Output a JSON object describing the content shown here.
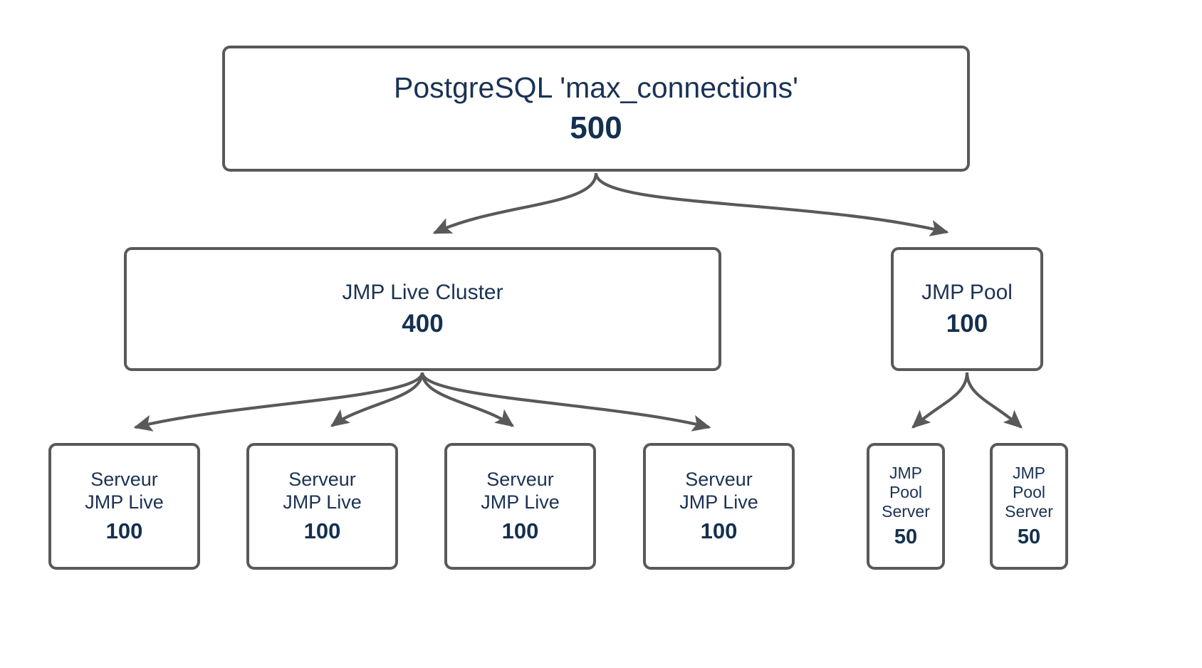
{
  "diagram": {
    "type": "hierarchy-tree",
    "colors": {
      "node_border": "#595959",
      "node_background": "#ffffff",
      "title_text": "#1b3254",
      "value_text": "#14304f",
      "edge": "#595959",
      "canvas_background": "#ffffff"
    },
    "root": {
      "title": "PostgreSQL 'max_connections'",
      "value": "500"
    },
    "level2": [
      {
        "title": "JMP Live Cluster",
        "value": "400"
      },
      {
        "title": "JMP Pool",
        "value": "100"
      }
    ],
    "live_servers": [
      {
        "title": "Serveur\nJMP Live",
        "value": "100"
      },
      {
        "title": "Serveur\nJMP Live",
        "value": "100"
      },
      {
        "title": "Serveur\nJMP Live",
        "value": "100"
      },
      {
        "title": "Serveur\nJMP Live",
        "value": "100"
      }
    ],
    "pool_servers": [
      {
        "title": "JMP\nPool\nServer",
        "value": "50"
      },
      {
        "title": "JMP\nPool\nServer",
        "value": "50"
      }
    ],
    "edges": [
      {
        "from": "PostgreSQL 'max_connections'",
        "to": "JMP Live Cluster"
      },
      {
        "from": "PostgreSQL 'max_connections'",
        "to": "JMP Pool"
      },
      {
        "from": "JMP Live Cluster",
        "to": "Serveur JMP Live 1"
      },
      {
        "from": "JMP Live Cluster",
        "to": "Serveur JMP Live 2"
      },
      {
        "from": "JMP Live Cluster",
        "to": "Serveur JMP Live 3"
      },
      {
        "from": "JMP Live Cluster",
        "to": "Serveur JMP Live 4"
      },
      {
        "from": "JMP Pool",
        "to": "JMP Pool Server 1"
      },
      {
        "from": "JMP Pool",
        "to": "JMP Pool Server 2"
      }
    ]
  }
}
